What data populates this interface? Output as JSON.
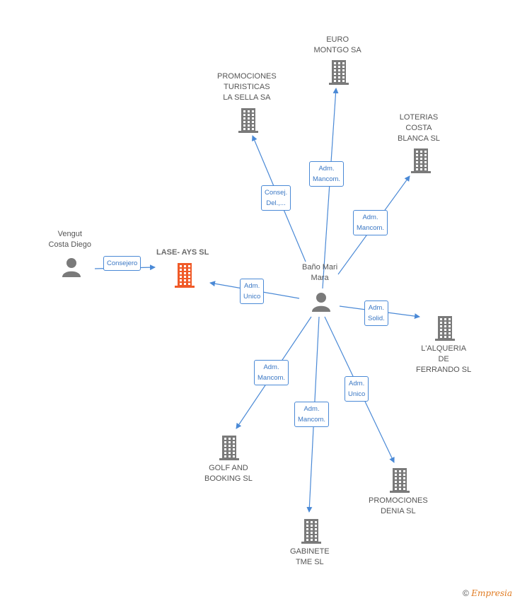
{
  "colors": {
    "edge": "#4a89d6",
    "icon": "#7a7a7a",
    "focus": "#f05a28",
    "person": "#7a7a7a"
  },
  "nodes": {
    "euro": {
      "label": [
        "EURO",
        "MONTGO SA"
      ],
      "kind": "company"
    },
    "promotur": {
      "label": [
        "PROMOCIONES",
        "TURISTICAS",
        "LA SELLA SA"
      ],
      "kind": "company"
    },
    "loterias": {
      "label": [
        "LOTERIAS",
        "COSTA",
        "BLANCA  SL"
      ],
      "kind": "company"
    },
    "vengut": {
      "label": [
        "Vengut",
        "Costa Diego"
      ],
      "kind": "person"
    },
    "lase": {
      "label": [
        "LASE- AYS SL"
      ],
      "kind": "focus"
    },
    "bano": {
      "label": [
        "Baño Mari",
        "Mara"
      ],
      "kind": "person"
    },
    "alqueria": {
      "label": [
        "L'ALQUERIA",
        "DE",
        "FERRANDO SL"
      ],
      "kind": "company"
    },
    "golf": {
      "label": [
        "GOLF AND",
        "BOOKING SL"
      ],
      "kind": "company"
    },
    "gabinete": {
      "label": [
        "GABINETE",
        "TME SL"
      ],
      "kind": "company"
    },
    "denia": {
      "label": [
        "PROMOCIONES",
        "DENIA SL"
      ],
      "kind": "company"
    }
  },
  "relations": [
    {
      "from": "bano",
      "to": "euro",
      "label": [
        "Adm.",
        "Mancom."
      ]
    },
    {
      "from": "bano",
      "to": "promotur",
      "label": [
        "Consej.",
        "Del.,..."
      ]
    },
    {
      "from": "bano",
      "to": "loterias",
      "label": [
        "Adm.",
        "Mancom."
      ]
    },
    {
      "from": "vengut",
      "to": "lase",
      "label": [
        "Consejero"
      ]
    },
    {
      "from": "bano",
      "to": "lase",
      "label": [
        "Adm.",
        "Unico"
      ]
    },
    {
      "from": "bano",
      "to": "alqueria",
      "label": [
        "Adm.",
        "Solid."
      ]
    },
    {
      "from": "bano",
      "to": "golf",
      "label": [
        "Adm.",
        "Mancom."
      ]
    },
    {
      "from": "bano",
      "to": "gabinete",
      "label": [
        "Adm.",
        "Mancom."
      ]
    },
    {
      "from": "bano",
      "to": "denia",
      "label": [
        "Adm.",
        "Unico"
      ]
    }
  ],
  "footer": {
    "copyright": "©",
    "brand": "Empresia"
  }
}
